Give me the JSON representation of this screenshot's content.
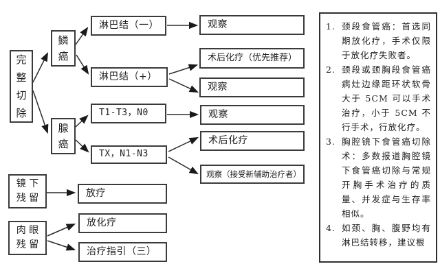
{
  "flowchart": {
    "nodes": {
      "complete_resection": "完\n整\n切\n除",
      "squamous_carcinoma": "鳞\n癌",
      "adenocarcinoma": "腺\n癌",
      "lymph_node_negative": "淋巴结（一）",
      "lymph_node_positive": "淋巴结（+）",
      "t1_t3_n0": "T1-T3，N0",
      "tx_n1_n3": "TX，N1-N3",
      "observe_top": "观察",
      "postop_chemo_recommended": "术后化疗（优先推荐）",
      "observe_ln_positive": "观察",
      "observe_t1t3": "观察",
      "postop_chemo": "术后化疗",
      "observe_neoadjuvant": "观察（接受新辅助治疗者）",
      "microscopic_residual": "镜 下\n残 留",
      "radiotherapy": "放疗",
      "gross_residual": "肉 眼\n残 留",
      "chemoradiotherapy": "放化疗",
      "treatment_guideline_3": "治疗指引（三）"
    }
  },
  "notes": {
    "items": [
      {
        "number": "1.",
        "text": "颈段食管癌：首选同期放化疗，手术仅限于放化疗失败者。"
      },
      {
        "number": "2.",
        "text": "颈段或颈胸段食管癌病灶边缘距环状软骨大于 5CM 可以手术治疗，小于 5CM 不行手术，行放化疗。"
      },
      {
        "number": "3.",
        "text": "胸腔镜下食管癌切除术：多数报道胸腔镜下食管癌切除与常规开胸手术治疗的质量、并发症与生存率相似。"
      },
      {
        "number": "4.",
        "text": "如颈、胸、腹野均有淋巴结转移，建议根"
      }
    ]
  },
  "colors": {
    "background": "#ffffff",
    "border": "#3a3a3a",
    "text": "#1f1f1f",
    "arrow": "#1a1a1a"
  }
}
